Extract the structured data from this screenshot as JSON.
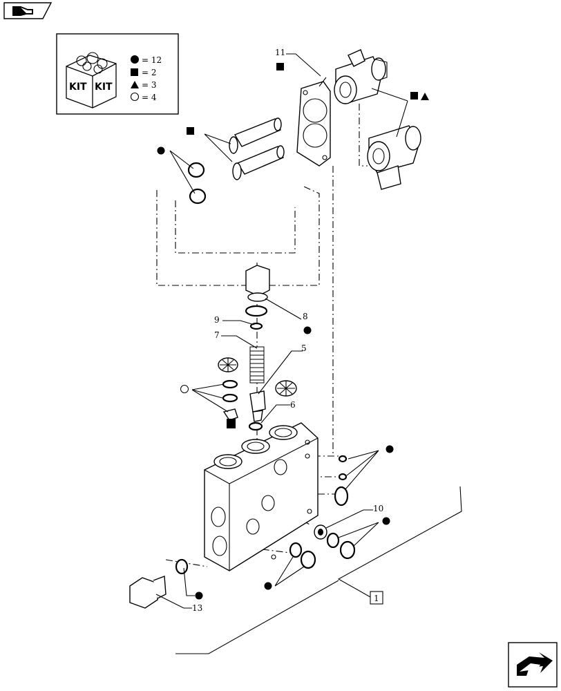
{
  "kit_legend": {
    "box_text_left": "KIT",
    "box_text_right": "KIT",
    "circle": "= 12",
    "square": "= 2",
    "triangle": "= 3",
    "ring": "= 4"
  },
  "callouts": {
    "c11": "11",
    "c9": "9",
    "c7": "7",
    "c8": "8",
    "c5": "5",
    "c6": "6",
    "c10": "10",
    "c13": "13",
    "c1": "1"
  },
  "icons": {
    "top_left": "back-arrow-icon",
    "bottom_right": "next-arrow-icon"
  }
}
